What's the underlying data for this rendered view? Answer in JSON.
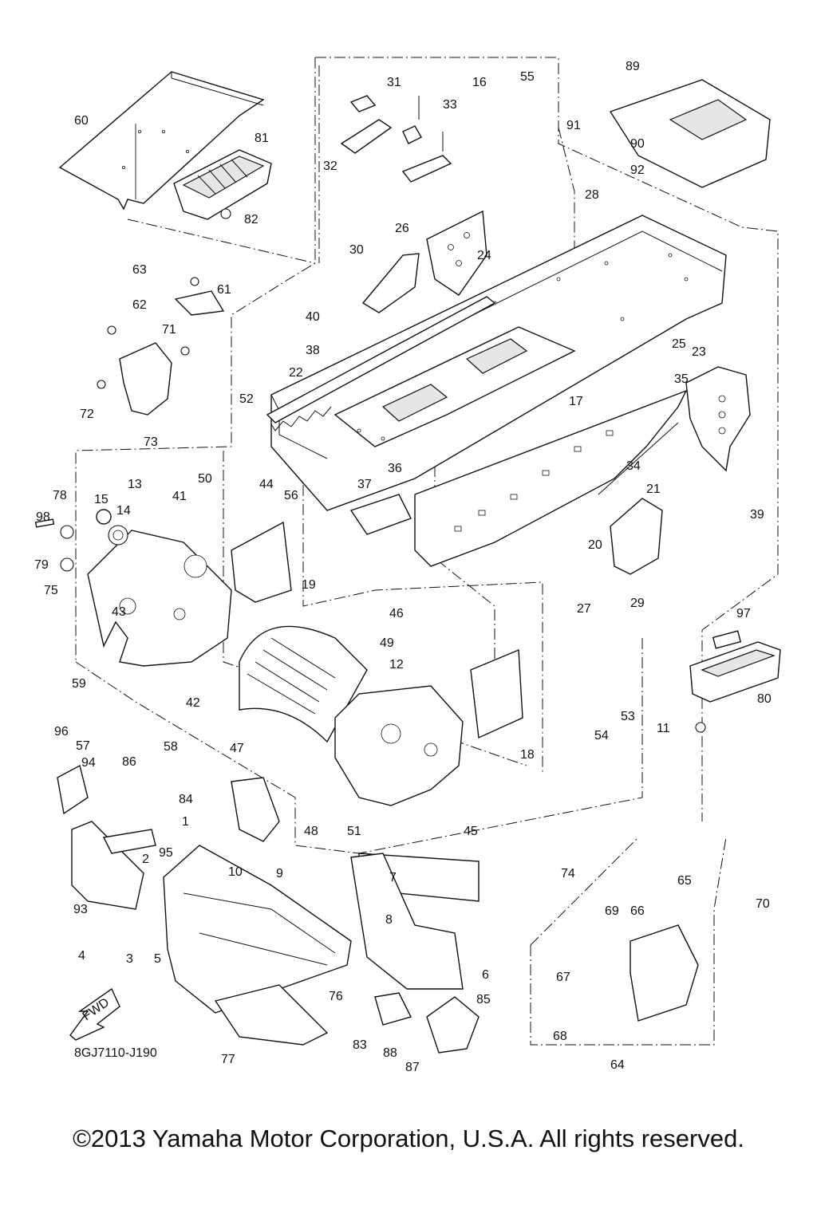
{
  "diagram": {
    "part_code": "8GJ7110-J190",
    "fwd_label": "FWD",
    "copyright": "©2013 Yamaha Motor Corporation, U.S.A. All rights reserved.",
    "callouts": [
      "1",
      "2",
      "3",
      "4",
      "5",
      "6",
      "7",
      "8",
      "9",
      "10",
      "11",
      "12",
      "13",
      "14",
      "15",
      "16",
      "17",
      "18",
      "19",
      "20",
      "21",
      "22",
      "23",
      "24",
      "25",
      "26",
      "27",
      "28",
      "29",
      "30",
      "31",
      "32",
      "33",
      "34",
      "35",
      "36",
      "37",
      "38",
      "39",
      "40",
      "41",
      "42",
      "43",
      "44",
      "45",
      "46",
      "47",
      "48",
      "49",
      "50",
      "51",
      "52",
      "53",
      "54",
      "55",
      "56",
      "57",
      "58",
      "59",
      "60",
      "61",
      "62",
      "63",
      "64",
      "65",
      "66",
      "67",
      "68",
      "69",
      "70",
      "71",
      "72",
      "73",
      "74",
      "75",
      "76",
      "77",
      "78",
      "79",
      "80",
      "81",
      "82",
      "83",
      "84",
      "85",
      "86",
      "87",
      "88",
      "89",
      "90",
      "91",
      "92",
      "93",
      "94",
      "95",
      "96",
      "97",
      "98"
    ]
  }
}
